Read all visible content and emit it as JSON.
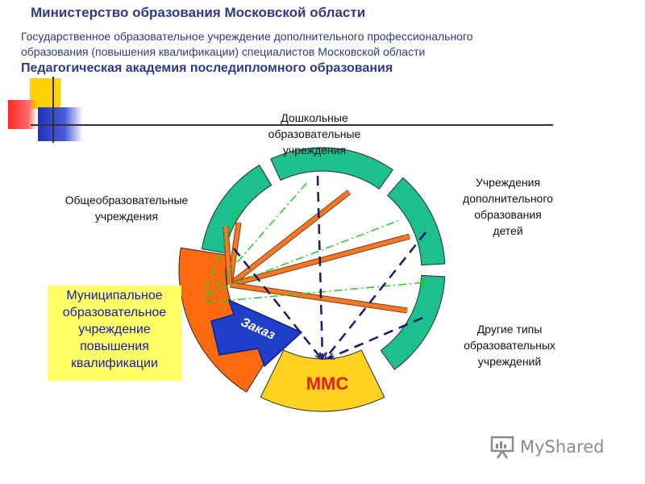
{
  "header": {
    "ministry": "Министерство образования Московской области",
    "institution_line1": "Государственное образовательное учреждение дополнительного профессионального",
    "institution_line2": "образования (повышения квалификации) специалистов Московской области",
    "academy": "Педагогическая академия последипломного образования"
  },
  "diagram": {
    "preschool": [
      "Дошкольные",
      "образовательные",
      "учреждения"
    ],
    "general": [
      "Общеобразовательные",
      "учреждения"
    ],
    "additional": [
      "Учреждения",
      "дополнительного",
      "образования",
      "детей"
    ],
    "other": [
      "Другие типы",
      "образовательных",
      "учреждений"
    ],
    "municipal": [
      "Муниципальное",
      "образовательное",
      "учреждение",
      "повышения",
      "квалификации"
    ],
    "order_label": "Заказ",
    "mms_label": "ММС"
  },
  "colors": {
    "title": "#2e3a87",
    "segment_green": "#1dbf8f",
    "segment_orange": "#ff6a10",
    "segment_yellow": "#ffd21f",
    "mms_text": "#e0201a",
    "arrow_blue": "#1f3fc8",
    "dash_navy": "#1a1a6e",
    "dashdot_green": "#22cc22",
    "rays_orange": "#f07a2a",
    "municipal_text": "#1a1aa6",
    "municipal_bg": "#ffff66"
  },
  "watermark": {
    "text": "MyShared",
    "icon": "presentation-board-icon"
  }
}
